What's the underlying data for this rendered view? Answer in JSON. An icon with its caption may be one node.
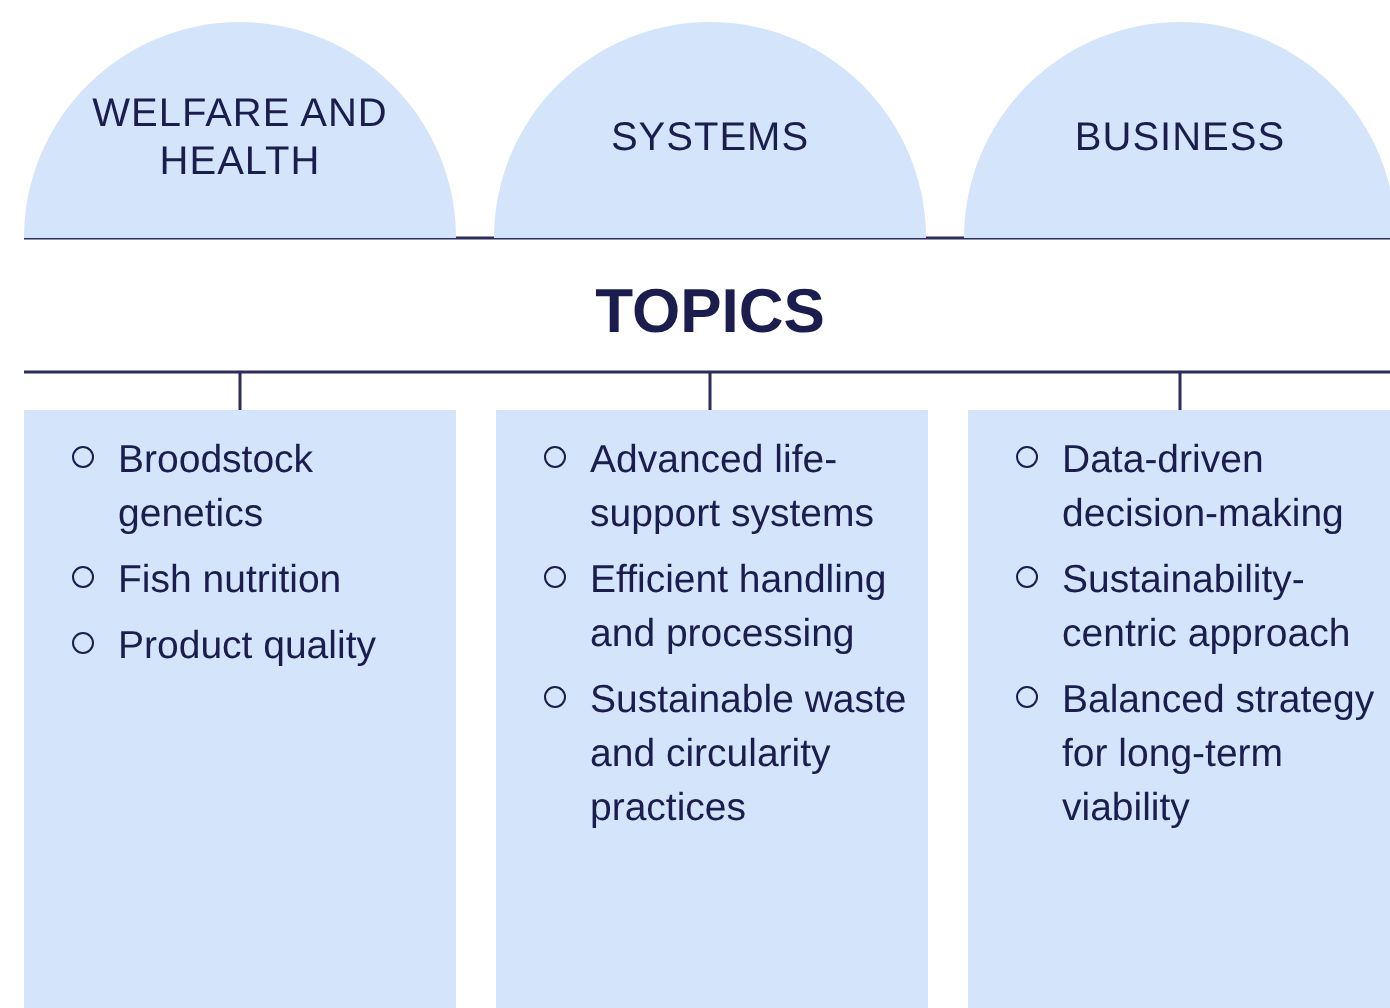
{
  "diagram": {
    "title": "TOPICS",
    "nodes": [
      {
        "text": [
          "WELFARE AND HEALTH"
        ]
      },
      {
        "text": [
          "SYSTEMS"
        ]
      },
      {
        "text": [
          "BUSINESS"
        ]
      },
      {
        "text": [
          "Broodstock genetics",
          "Fish nutrition",
          "Product quality"
        ]
      },
      {
        "text": [
          "Advanced life-support systems",
          "Efficient handling and processing",
          "Sustainable waste and circularity practices"
        ]
      },
      {
        "text": [
          "Data-driven decision-making",
          "Sustainability-centric approach",
          "Balanced strategy for long-term viability"
        ]
      }
    ]
  }
}
